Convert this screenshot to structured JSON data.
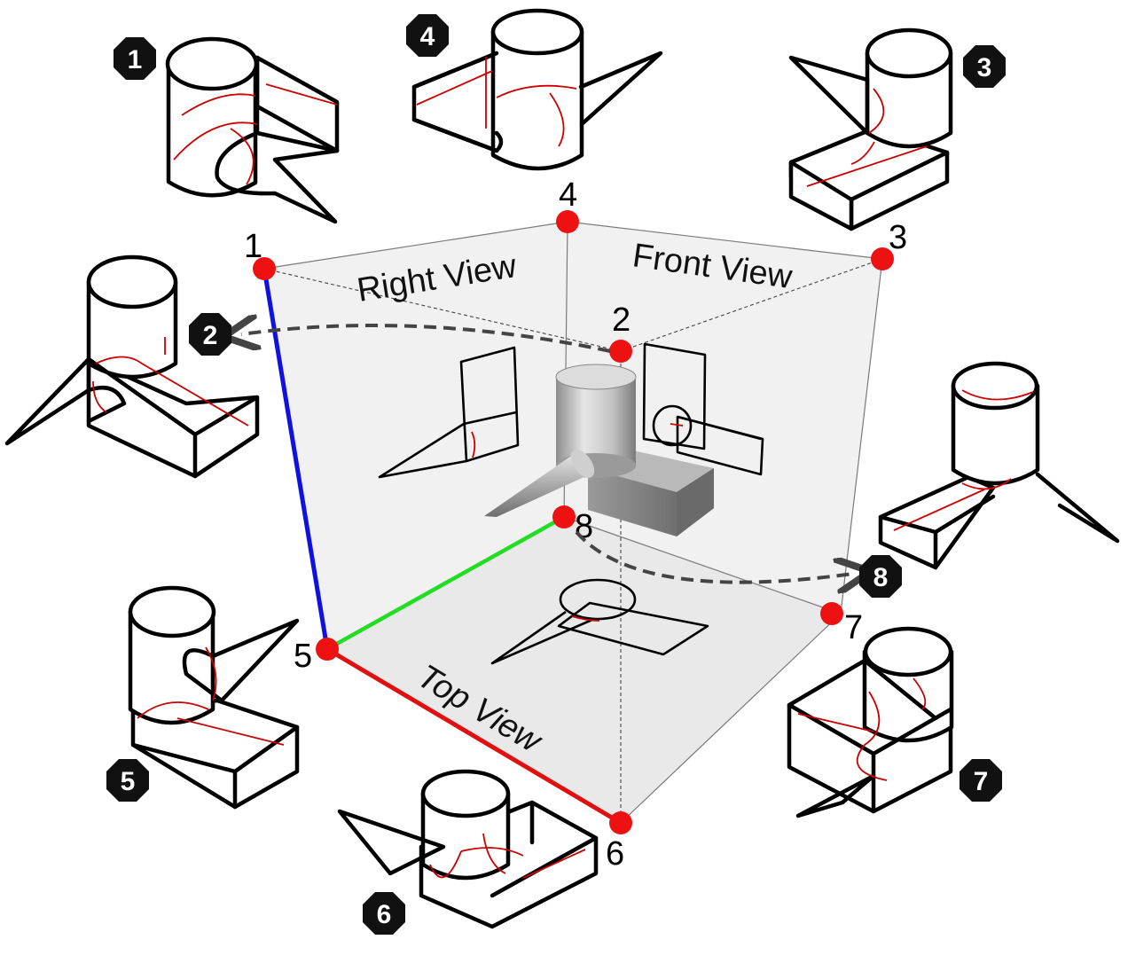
{
  "view_labels": {
    "right": "Right View",
    "front": "Front View",
    "top": "Top View"
  },
  "vertices": [
    {
      "id": "1",
      "label": "1"
    },
    {
      "id": "2",
      "label": "2"
    },
    {
      "id": "3",
      "label": "3"
    },
    {
      "id": "4",
      "label": "4"
    },
    {
      "id": "5",
      "label": "5"
    },
    {
      "id": "6",
      "label": "6"
    },
    {
      "id": "7",
      "label": "7"
    },
    {
      "id": "8",
      "label": "8"
    }
  ],
  "badges": [
    {
      "label": "1"
    },
    {
      "label": "2"
    },
    {
      "label": "3"
    },
    {
      "label": "4"
    },
    {
      "label": "5"
    },
    {
      "label": "6"
    },
    {
      "label": "7"
    },
    {
      "label": "8"
    }
  ],
  "colors": {
    "axis_vertical": "#1010e0",
    "axis_depth": "#22dd22",
    "axis_horizontal": "#e01010",
    "vertex_dot": "#ee1111",
    "badge_fill": "#111111",
    "hidden_line": "#cc0000",
    "arrow": "#444444"
  }
}
